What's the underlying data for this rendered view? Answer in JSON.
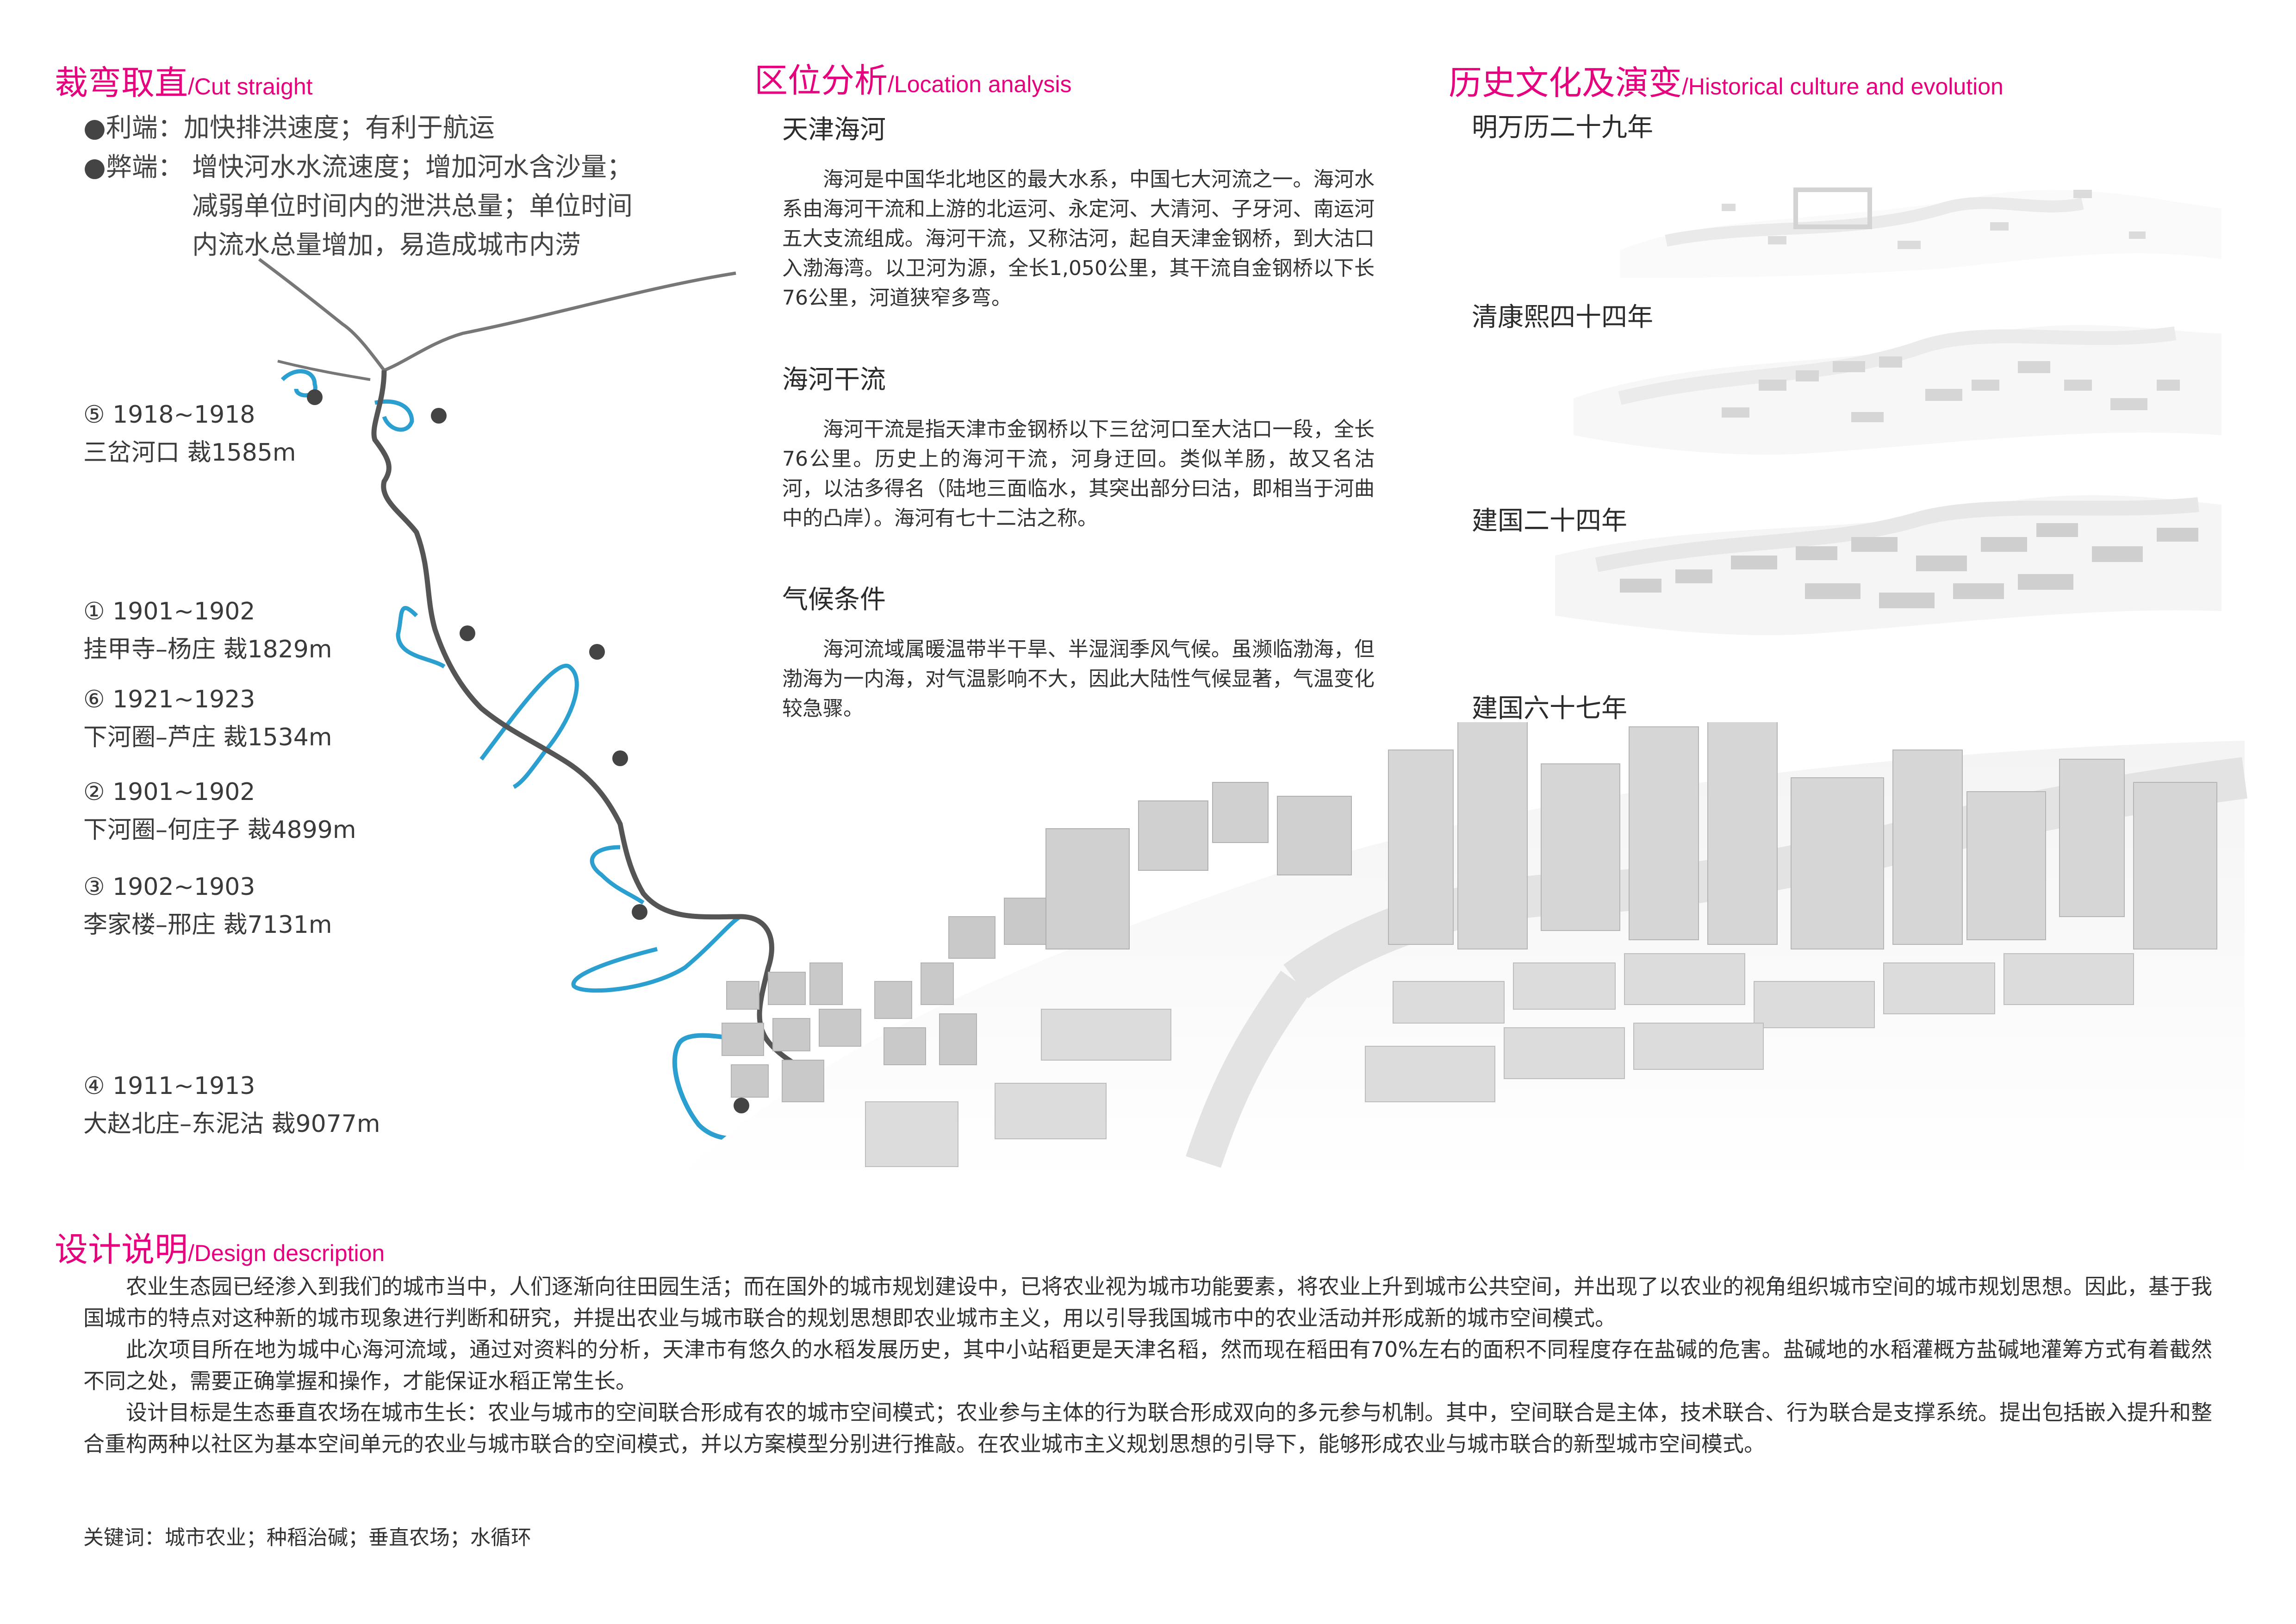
{
  "cut_straight": {
    "title_zh": "裁弯取直",
    "title_en": "/Cut straight",
    "pros_label": "●利端：",
    "pros_text": "加快排洪速度；有利于航运",
    "cons_label": "●弊端：",
    "cons_lines": [
      "增快河水水流速度；增加河水含沙量；",
      "减弱单位时间内的泄洪总量；单位时间",
      "内流水总量增加，易造成城市内涝"
    ],
    "cuts": [
      {
        "period": "⑤ 1918~1918",
        "name": "三岔河口 裁1585m"
      },
      {
        "period": "① 1901~1902",
        "name": "挂甲寺–杨庄 裁1829m"
      },
      {
        "period": "⑥ 1921~1923",
        "name": "下河圈–芦庄 裁1534m"
      },
      {
        "period": "② 1901~1902",
        "name": "下河圈–何庄子 裁4899m"
      },
      {
        "period": "③ 1902~1903",
        "name": "李家楼–邢庄 裁7131m"
      },
      {
        "period": "④ 1911~1913",
        "name": "大赵北庄–东泥沽 裁9077m"
      }
    ]
  },
  "location": {
    "title_zh": "区位分析",
    "title_en": "/Location analysis",
    "sections": [
      {
        "heading": "天津海河",
        "text": "海河是中国华北地区的最大水系，中国七大河流之一。海河水系由海河干流和上游的北运河、永定河、大清河、子牙河、南运河五大支流组成。海河干流，又称沽河，起自天津金钢桥，到大沽口入渤海湾。以卫河为源，全长1,050公里，其干流自金钢桥以下长76公里，河道狭窄多弯。"
      },
      {
        "heading": "海河干流",
        "text": "海河干流是指天津市金钢桥以下三岔河口至大沽口一段，全长76公里。历史上的海河干流，河身迂回。类似羊肠，故又名沽河，以沽多得名（陆地三面临水，其突出部分曰沽，即相当于河曲中的凸岸）。海河有七十二沽之称。"
      },
      {
        "heading": "气候条件",
        "text": "海河流域属暖温带半干旱、半湿润季风气候。虽濒临渤海，但渤海为一内海，对气温影响不大，因此大陆性气候显著，气温变化较急骤。"
      }
    ]
  },
  "history": {
    "title_zh": "历史文化及演变",
    "title_en": "/Historical culture and evolution",
    "eras": [
      "明万历二十九年",
      "清康熙四十四年",
      "建国二十四年",
      "建国六十七年"
    ]
  },
  "design": {
    "title_zh": "设计说明",
    "title_en": "/Design description",
    "paragraphs": [
      "农业生态园已经渗入到我们的城市当中，人们逐渐向往田园生活；而在国外的城市规划建设中，已将农业视为城市功能要素，将农业上升到城市公共空间，并出现了以农业的视角组织城市空间的城市规划思想。因此，基于我国城市的特点对这种新的城市现象进行判断和研究，并提出农业与城市联合的规划思想即农业城市主义，用以引导我国城市中的农业活动并形成新的城市空间模式。",
      "此次项目所在地为城中心海河流域，通过对资料的分析，天津市有悠久的水稻发展历史，其中小站稻更是天津名稻，然而现在稻田有70%左右的面积不同程度存在盐碱的危害。盐碱地的水稻灌概方盐碱地灌筹方式有着截然不同之处，需要正确掌握和操作，才能保证水稻正常生长。",
      "设计目标是生态垂直农场在城市生长：农业与城市的空间联合形成有农的城市空间模式；农业参与主体的行为联合形成双向的多元参与机制。其中，空间联合是主体，技术联合、行为联合是支撑系统。提出包括嵌入提升和整合重构两种以社区为基本空间单元的农业与城市联合的空间模式，并以方案模型分别进行推敲。在农业城市主义规划思想的引导下，能够形成农业与城市联合的新型城市空间模式。"
    ],
    "keywords": "关键词：城市农业；种稻治碱；垂直农场；水循环"
  },
  "colors": {
    "accent": "#e6007e",
    "river_cut": "#2b9fd0",
    "river_main": "#555555",
    "marker": "#444444"
  }
}
